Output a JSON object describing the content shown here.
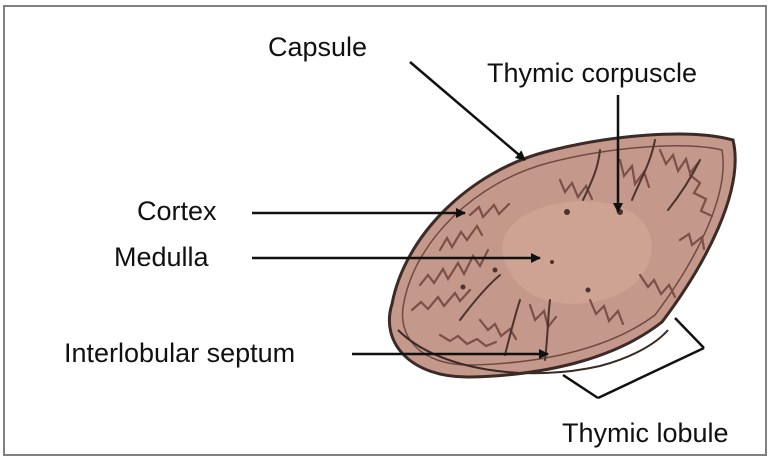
{
  "labels": {
    "capsule": "Capsule",
    "thymic_corpuscle": "Thymic corpuscle",
    "cortex": "Cortex",
    "medulla": "Medulla",
    "interlobular_septum": "Interlobular septum",
    "thymic_lobule": "Thymic lobule"
  },
  "colors": {
    "capsule_fill": "#c4988a",
    "medulla_fill": "#cfa393",
    "cortex_stroke": "#7a5047",
    "outline": "#3b2a26",
    "leader": "#111111",
    "border": "#808080"
  }
}
